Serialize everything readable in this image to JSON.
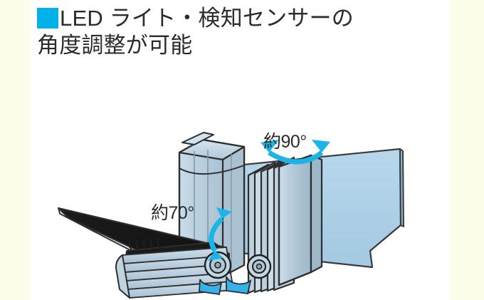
{
  "page": {
    "background_color": "#ffffff",
    "side_strip_color": "#fdfdec"
  },
  "heading": {
    "marker_color": "#00b2e8",
    "marker_name": "cyan-square-bullet",
    "line1": "LED ライト・検知センサーの",
    "line2": "角度調整が可能",
    "text_color": "#2b2b2b"
  },
  "illustration": {
    "name": "solar-led-sensor-light-angle-diagram",
    "description": "センサーライト本体のLEDライト部とソーラーパネル・検知センサー部の角度調整範囲を示す図",
    "colors": {
      "body_gray": "#b6cad9",
      "body_gray_light": "#cedfea",
      "body_gray_dark": "#93aebf",
      "panel_blue": "#aed1e8",
      "panel_blue_edge": "#8fb9d4",
      "panel_black": "#171717",
      "outline": "#2b2b2b",
      "arrow_cyan": "#19b5e8"
    },
    "annotations": [
      {
        "id": "angle-90",
        "label": "約90°",
        "arrow": "double-headed-curved-arrow",
        "arrow_color": "#19b5e8",
        "refers_to": "solar-panel-sensor-rotation"
      },
      {
        "id": "angle-70",
        "label": "約70°",
        "arrow": "double-headed-curved-arrow",
        "arrow_color": "#19b5e8",
        "refers_to": "led-light-head-tilt"
      }
    ]
  }
}
